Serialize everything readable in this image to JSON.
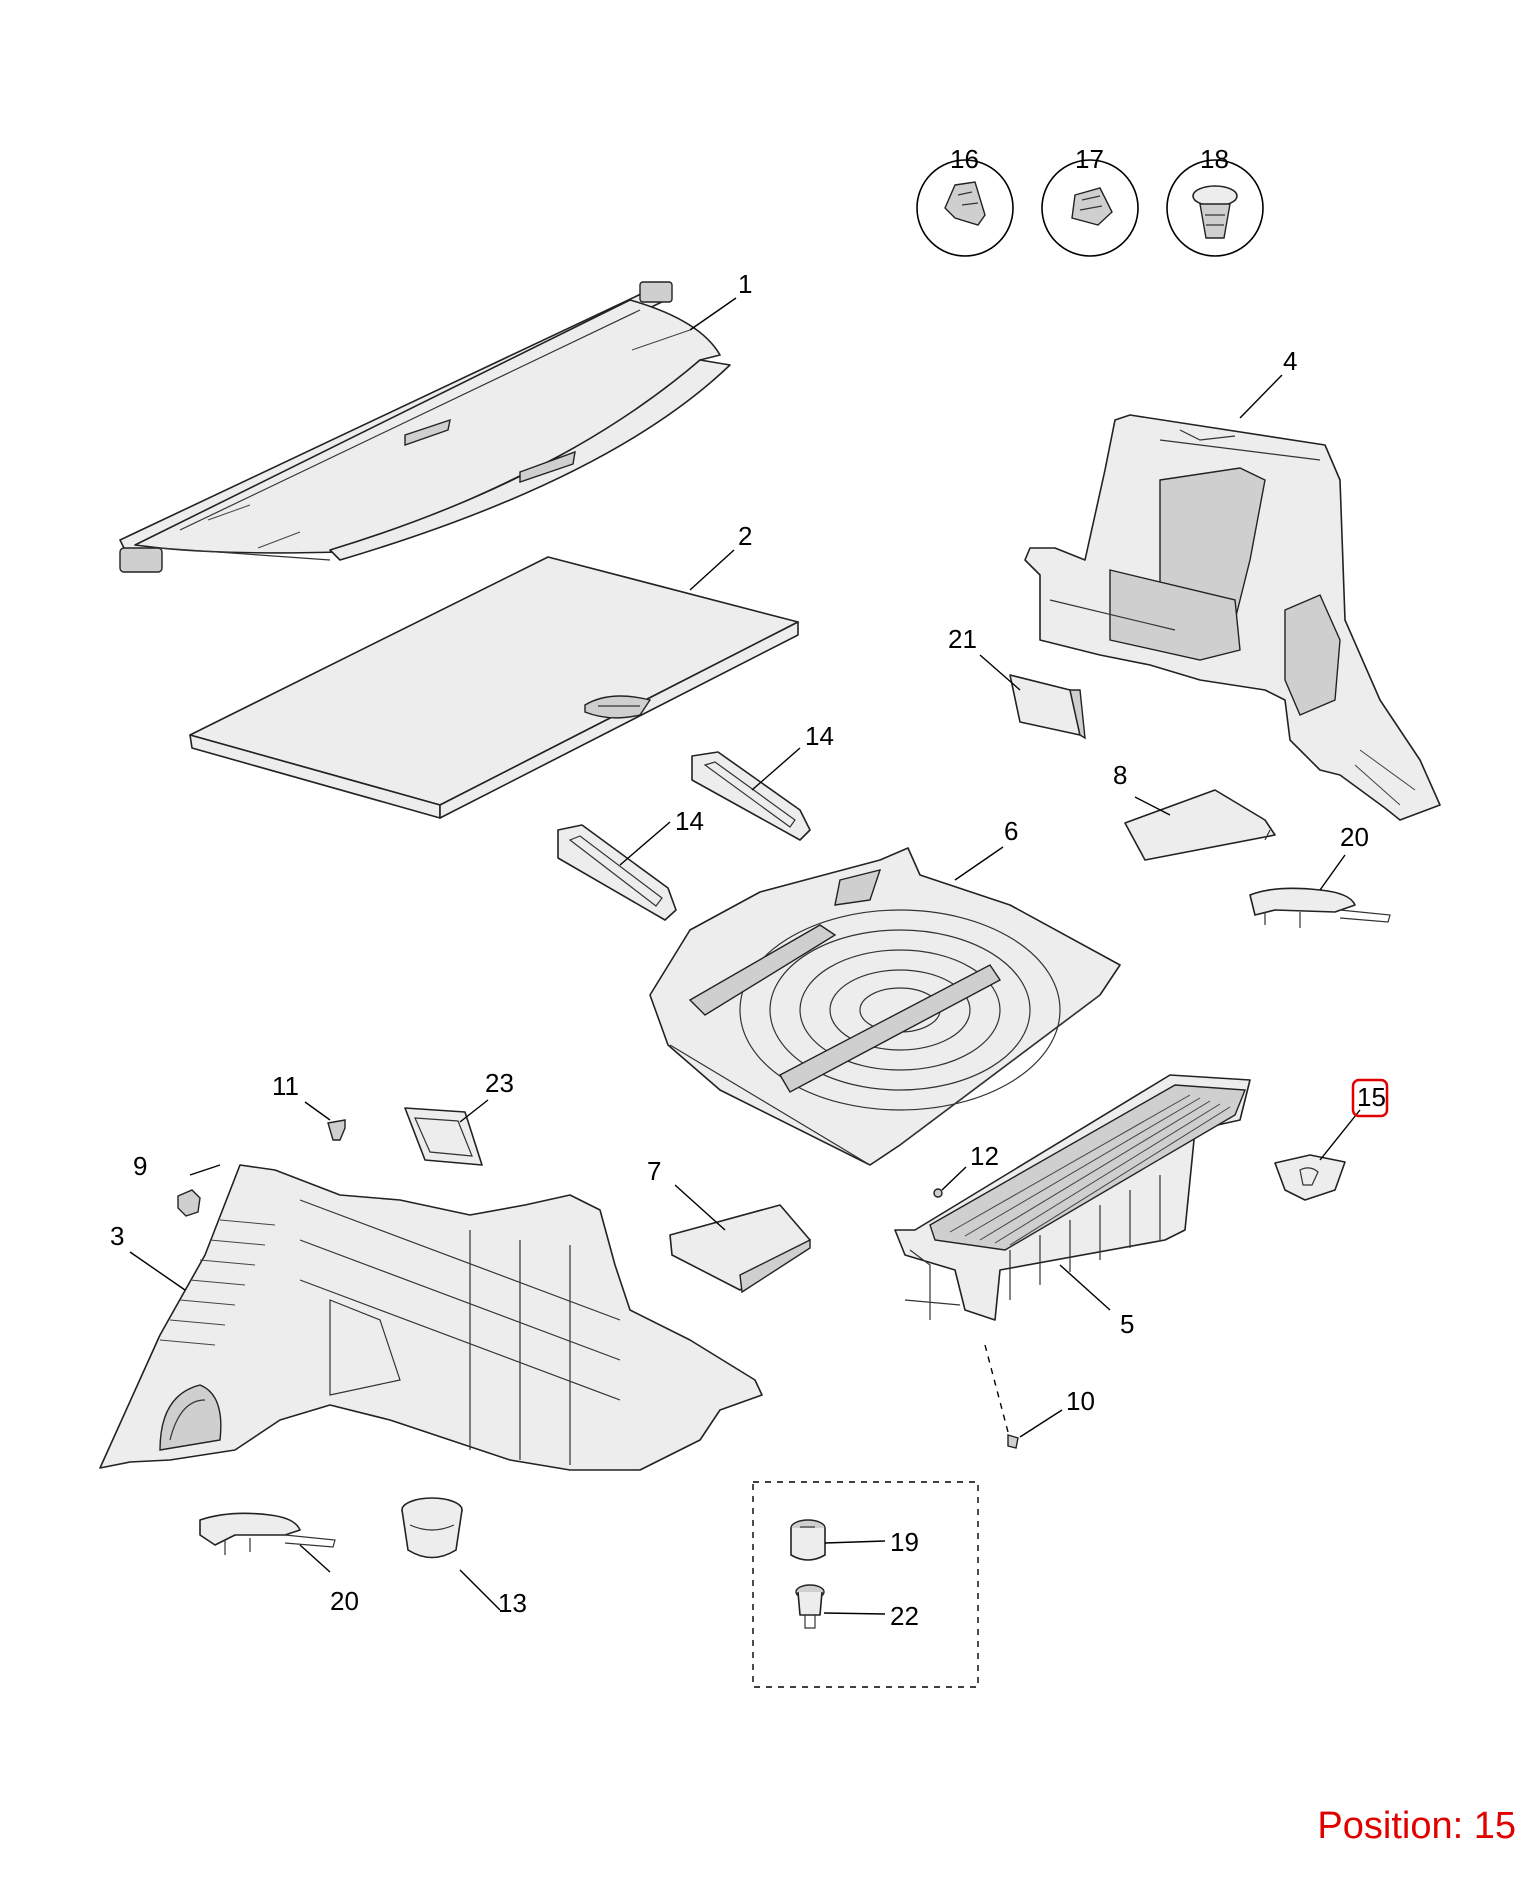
{
  "callouts": {
    "c1": "1",
    "c2": "2",
    "c3": "3",
    "c4": "4",
    "c5": "5",
    "c6": "6",
    "c7": "7",
    "c8": "8",
    "c9": "9",
    "c10": "10",
    "c11": "11",
    "c12": "12",
    "c13": "13",
    "c14a": "14",
    "c14b": "14",
    "c15": "15",
    "c16": "16",
    "c17": "17",
    "c18": "18",
    "c19": "19",
    "c20a": "20",
    "c20b": "20",
    "c21": "21",
    "c22": "22",
    "c23": "23"
  },
  "highlight": {
    "color": "#e00000",
    "part": "15"
  },
  "position_text": "Position: 15"
}
